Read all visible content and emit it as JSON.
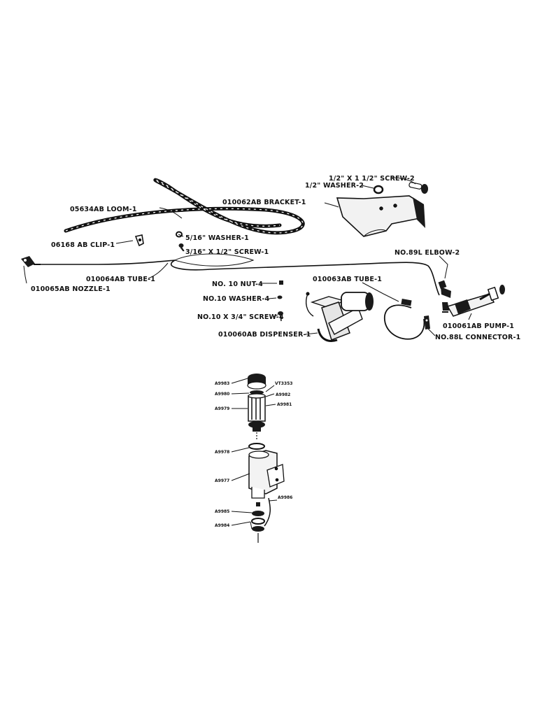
{
  "labels": {
    "screw_half": "1/2\" X 1 1/2\" SCREW-2",
    "washer_half": "1/2\" WASHER-2",
    "bracket": "010062AB BRACKET-1",
    "loom": "05634AB LOOM-1",
    "clip": "06168 AB CLIP-1",
    "washer_5_16": "5/16\" WASHER-1",
    "screw_3_16": "3/16\" X 1/2\" SCREW-1",
    "elbow": "NO.89L ELBOW-2",
    "tube_064": "010064AB TUBE-1",
    "nozzle": "010065AB NOZZLE-1",
    "tube_063": "010063AB TUBE-1",
    "nut": "NO. 10 NUT-4",
    "washer_no10": "NO.10 WASHER-4",
    "screw_no10": "NO.10 X 3/4\" SCREW-4",
    "dispenser": "010060AB DISPENSER-1",
    "pump": "010061AB PUMP-1",
    "connector": "NO.88L CONNECTOR-1"
  },
  "detail_labels": {
    "a9983": "A9983",
    "vt3353": "VT3353",
    "a9980": "A9980",
    "a9982": "A9982",
    "a9981": "A9981",
    "a9979": "A9979",
    "a9978": "A9978",
    "a9977": "A9977",
    "a9986": "A9986",
    "a9985": "A9985",
    "a9984": "A9984"
  },
  "ink_color": "#111111",
  "paper_color": "#ffffff"
}
